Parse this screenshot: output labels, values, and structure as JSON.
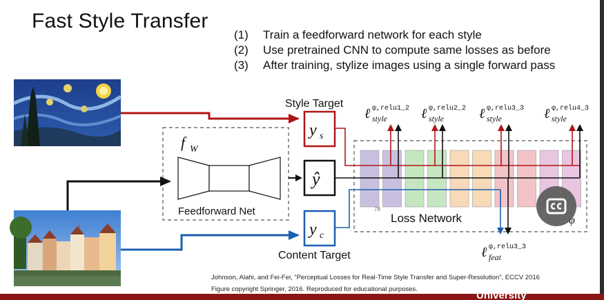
{
  "slide": {
    "title": "Fast Style Transfer",
    "points": [
      {
        "num": "(1)",
        "text": "Train a feedforward network for each style"
      },
      {
        "num": "(2)",
        "text": "Use pretrained CNN to compute same losses as before"
      },
      {
        "num": "(3)",
        "text": "After training, stylize images using a single forward pass"
      }
    ],
    "citation_line1": "Johnson, Alahi, and Fei-Fei, “Perceptual Losses for Real-Time Style Transfer and Super-Resolution”, ECCV 2016",
    "citation_line2": "Figure copyright Springer, 2016. Reproduced for educational purposes.",
    "footer_text": "University"
  },
  "diagram": {
    "style_target_label": "Style Target",
    "content_target_label": "Content Target",
    "feedforward_label": "Feedforward Net",
    "loss_network_label": "Loss Network",
    "fw_label": "fW",
    "ys_label": "ys",
    "yhat_label": "ŷ",
    "yc_label": "yc",
    "phi_label": "φ",
    "small_number": "78",
    "style_losses": [
      "ℓ φ,relu1_2 style",
      "ℓ φ,relu2_2 style",
      "ℓ φ,relu3_3 style",
      "ℓ φ,relu4_3 style"
    ],
    "feat_loss": "ℓ φ,relu3_3 feat"
  },
  "colors": {
    "style_arrow": "#b01515",
    "content_arrow": "#1b5fb0",
    "main_arrow": "#111111",
    "footer_bar": "#8c1515",
    "loss_layers": [
      "#c9c0e0",
      "#c9c0e0",
      "#c6e6c2",
      "#c6e6c2",
      "#f8d9b8",
      "#f8d9b8",
      "#f2c3c7",
      "#f2c3c7",
      "#e8c5e0",
      "#e8c5e0"
    ]
  },
  "images": {
    "style_image": "starry-night-painting",
    "content_image": "riverside-town-photo"
  },
  "icons": {
    "caption_button": "closed-caption-icon"
  }
}
